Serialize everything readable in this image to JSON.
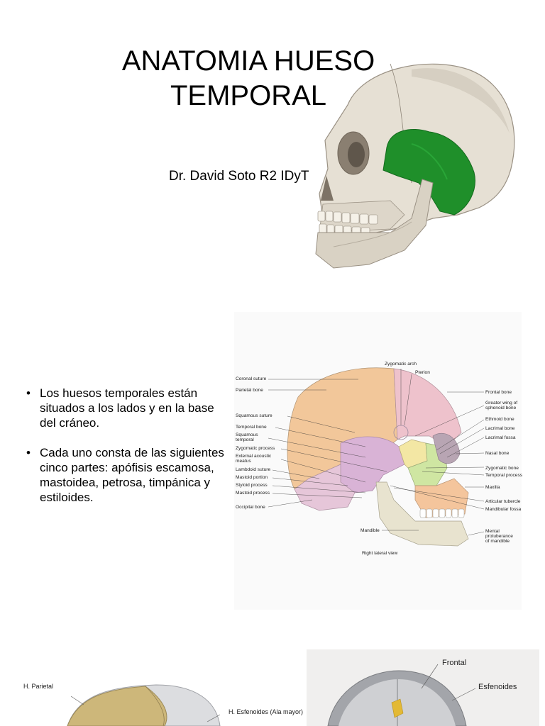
{
  "slide1": {
    "title_line1": "ANATOMIA HUESO",
    "title_line2": "TEMPORAL",
    "author": "Dr. David Soto R2 IDyT",
    "highlight_color": "#1f8f2a"
  },
  "slide2": {
    "bullets": [
      "Los huesos temporales están situados a los lados y en la base del cráneo.",
      "Cada uno consta de las siguientes cinco partes: apófisis escamosa, mastoidea, petrosa, timpánica y estiloides."
    ],
    "figure": {
      "left_labels": [
        "Coronal suture",
        "Parietal bone",
        "Squamous suture",
        "Temporal bone",
        "Squamous\ntemporal",
        "Zygomatic process",
        "External acoustic\nmeatus",
        "Lambdoid suture",
        "Mastoid portion",
        "Styloid process",
        "Mastoid process",
        "Occipital bone",
        "Mandible"
      ],
      "top_labels": [
        "Zygomatic arch",
        "Pterion"
      ],
      "right_labels": [
        "Frontal bone",
        "Greater wing of\nsphenoid bone",
        "Ethmoid bone",
        "Lacrimal bone",
        "Lacrimal fossa",
        "Nasal bone",
        "Zygomatic bone",
        "Temporal process",
        "Maxilla",
        "Articular tubercle",
        "Mandibular fossa",
        "Mental\nprotuberance\nof mandible"
      ],
      "caption": "Right lateral view",
      "colors": {
        "parietal": "#f2c79a",
        "frontal": "#eec2cc",
        "temporal": "#d9b3d6",
        "sphenoid": "#f3e7a4",
        "zygomatic": "#cfe6a2",
        "maxilla": "#f4c59c",
        "mandible": "#e8e3cf",
        "occipital": "#e6c6d9"
      }
    }
  },
  "slide3": {
    "left_labels": [
      "H. Parietal",
      "H. Esfenoides (Ala mayor)"
    ],
    "right_labels": [
      "Frontal",
      "Esfenoides"
    ]
  }
}
